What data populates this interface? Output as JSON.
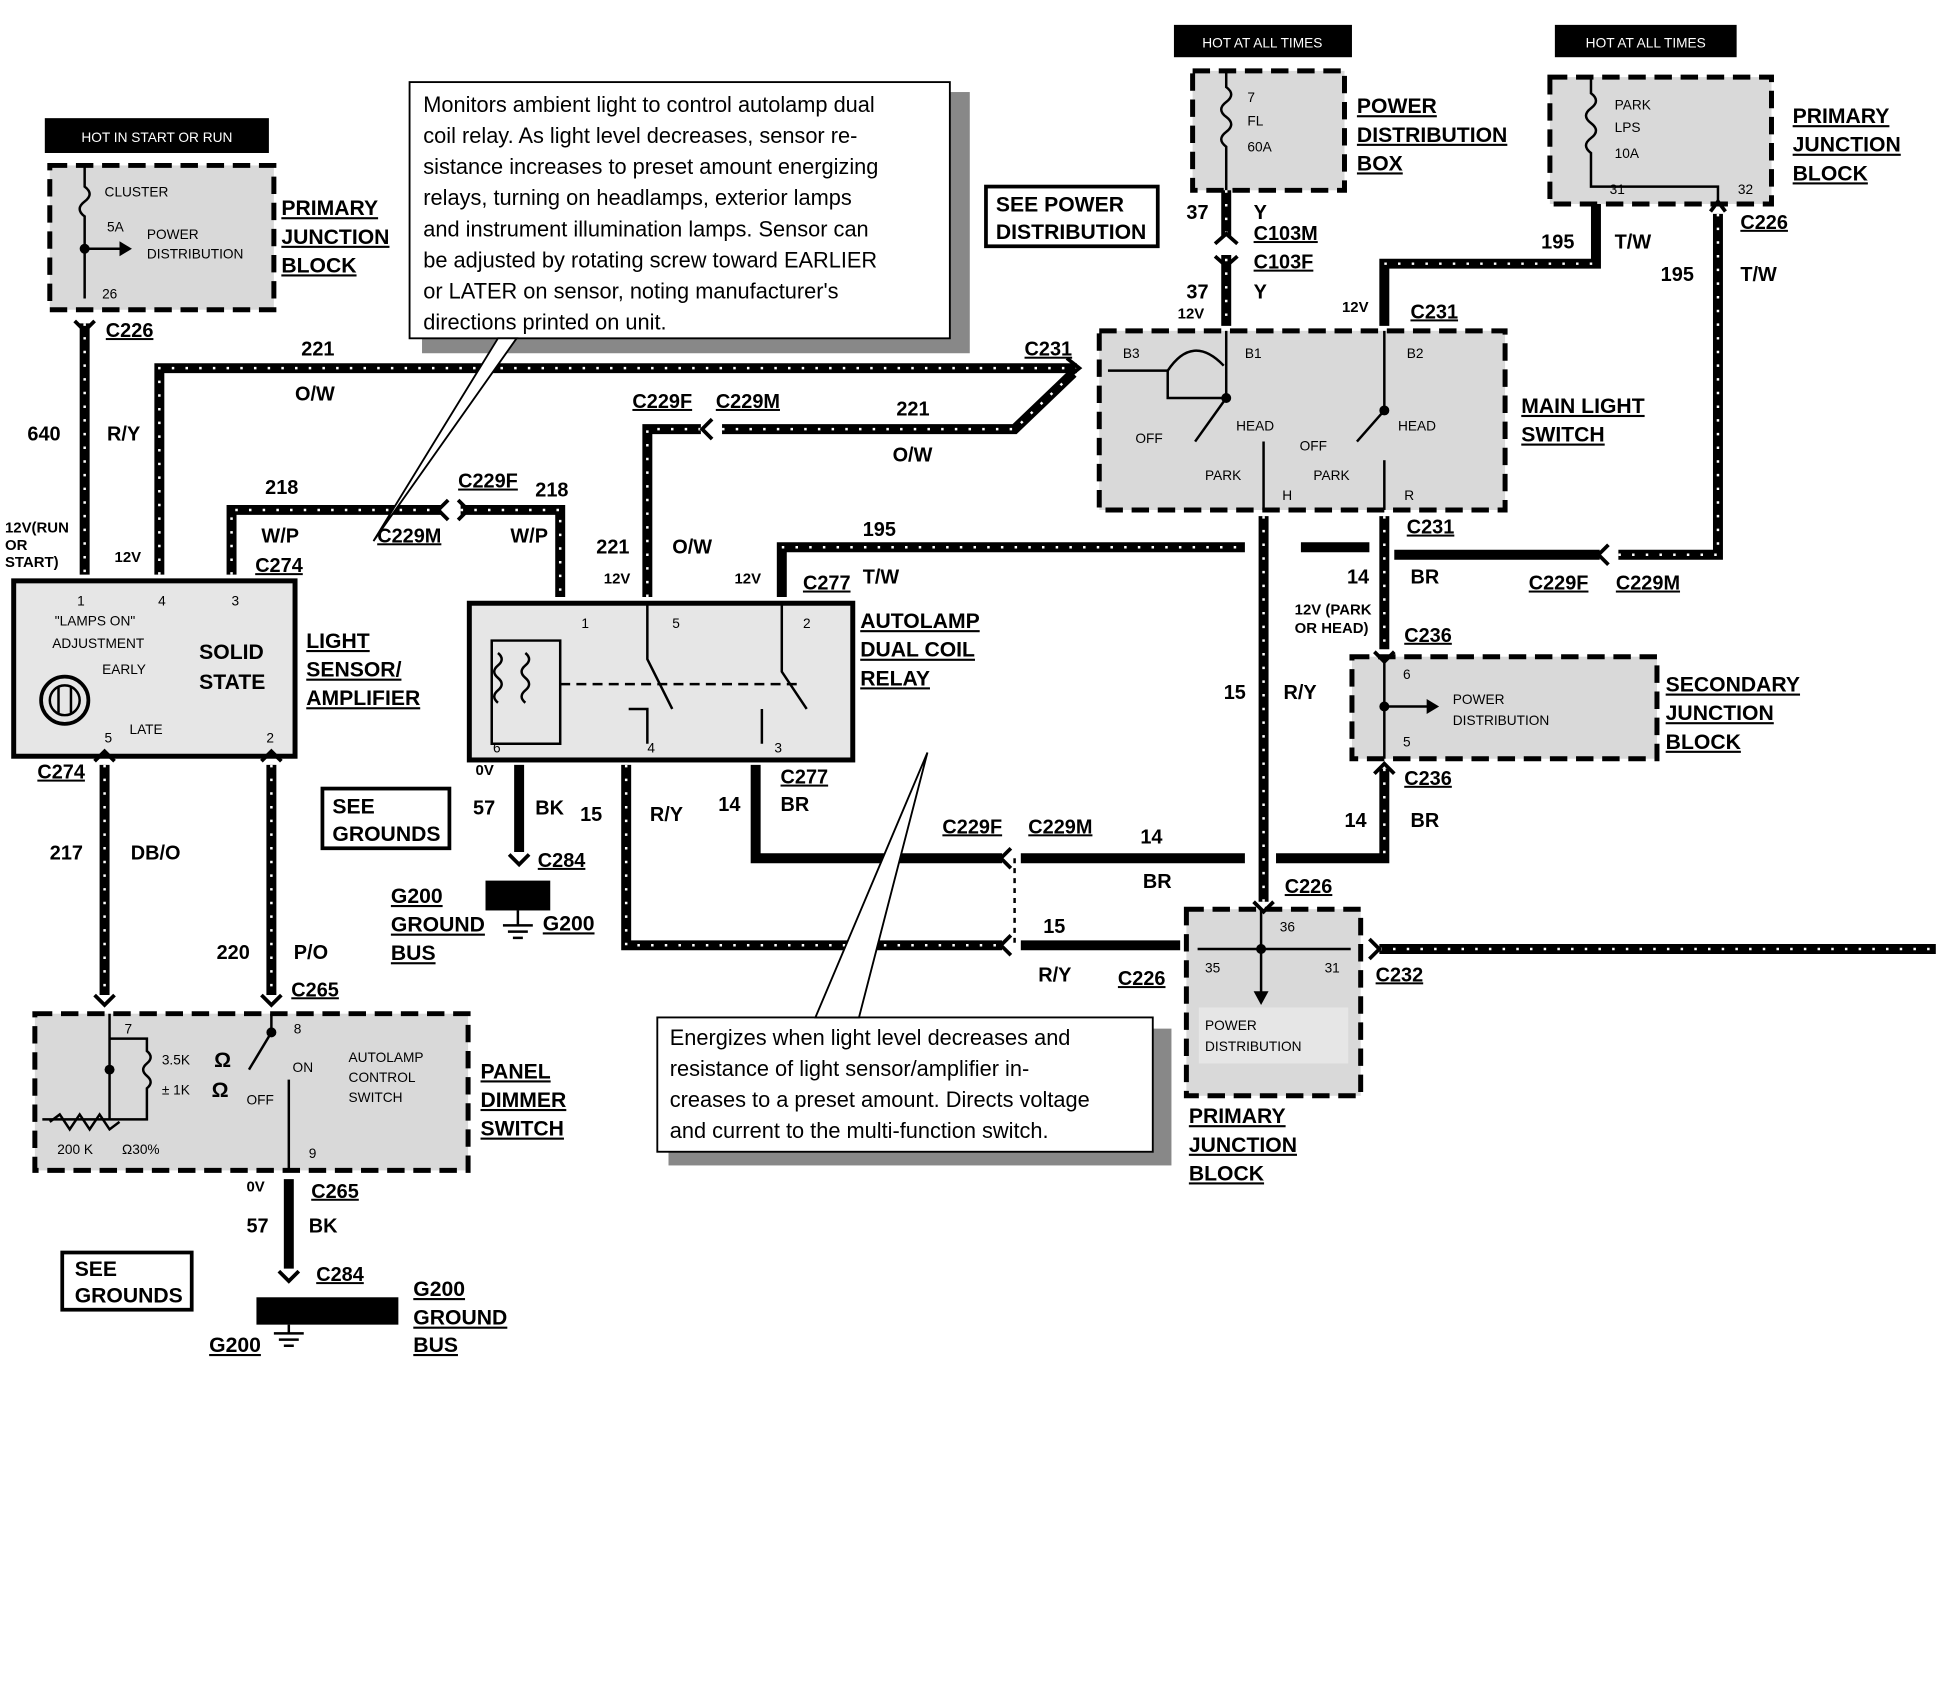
{
  "hot": {
    "start_run": "HOT IN START OR RUN",
    "all_times_1": "HOT AT ALL TIMES",
    "all_times_2": "HOT AT ALL TIMES"
  },
  "note_top": [
    "Monitors ambient light to control autolamp dual",
    "coil relay.  As light level decreases, sensor re-",
    "sistance increases to preset amount energizing",
    "relays, turning on headlamps, exterior lamps",
    "and instrument illumination lamps.  Sensor can",
    "be adjusted by rotating screw toward EARLIER",
    "or LATER on sensor, noting manufacturer's",
    "directions printed on unit."
  ],
  "note_bottom": [
    "Energizes when light level decreases and",
    "resistance of light sensor/amplifier in-",
    "creases to a preset amount. Directs voltage",
    "and current to the multi-function switch."
  ],
  "components": {
    "pjb1": [
      "PRIMARY",
      "JUNCTION",
      "BLOCK"
    ],
    "pjb1_inner": {
      "cluster": "CLUSTER",
      "fuse": "5A",
      "power": "POWER",
      "dist": "DISTRIBUTION",
      "pin": "26"
    },
    "pdb": [
      "POWER",
      "DISTRIBUTION",
      "BOX"
    ],
    "pdb_inner": {
      "pin": "7",
      "fl": "FL",
      "amp": "60A"
    },
    "pjb2": [
      "PRIMARY",
      "JUNCTION",
      "BLOCK"
    ],
    "pjb2_inner": {
      "park": "PARK",
      "lps": "LPS",
      "amp": "10A",
      "p31": "31",
      "p32": "32"
    },
    "see_power": [
      "SEE POWER",
      "DISTRIBUTION"
    ],
    "main_switch": [
      "MAIN LIGHT",
      "SWITCH"
    ],
    "main_inner": {
      "b3": "B3",
      "b1": "B1",
      "b2": "B2",
      "off1": "OFF",
      "head1": "HEAD",
      "park1": "PARK",
      "off2": "OFF",
      "head2": "HEAD",
      "park2": "PARK",
      "h": "H",
      "r": "R"
    },
    "sensor": [
      "LIGHT",
      "SENSOR/",
      "AMPLIFIER"
    ],
    "sensor_inner": {
      "p1": "1",
      "p4": "4",
      "p3": "3",
      "lamps_on": "\"LAMPS ON\"",
      "adjustment": "ADJUSTMENT",
      "early": "EARLY",
      "late": "LATE",
      "solid": "SOLID",
      "state": "STATE",
      "p5": "5",
      "p2": "2"
    },
    "relay": [
      "AUTOLAMP",
      "DUAL COIL",
      "RELAY"
    ],
    "relay_inner": {
      "p1": "1",
      "p5": "5",
      "p2": "2",
      "p6": "6",
      "p4": "4",
      "p3": "3"
    },
    "sjb": [
      "SECONDARY",
      "JUNCTION",
      "BLOCK"
    ],
    "sjb_inner": {
      "p6": "6",
      "p5": "5",
      "power": "POWER",
      "dist": "DISTRIBUTION"
    },
    "pjb3": [
      "PRIMARY",
      "JUNCTION",
      "BLOCK"
    ],
    "pjb3_inner": {
      "p36": "36",
      "p35": "35",
      "p31": "31",
      "power": "POWER",
      "dist": "DISTRIBUTION"
    },
    "dimmer": [
      "PANEL",
      "DIMMER",
      "SWITCH"
    ],
    "dimmer_inner": {
      "p7": "7",
      "p8": "8",
      "p9": "9",
      "r1": "3.5K",
      "r2": "± 1K",
      "ohm1": "Ω",
      "ohm2": "Ω",
      "on": "ON",
      "off": "OFF",
      "autolamp": "AUTOLAMP",
      "control": "CONTROL",
      "switch": "SWITCH",
      "k200": "200 K",
      "pct": "Ω30%"
    },
    "see_grounds_1": [
      "SEE",
      "GROUNDS"
    ],
    "see_grounds_2": [
      "SEE",
      "GROUNDS"
    ],
    "ground1": {
      "name": "G200",
      "bus": [
        "GROUND",
        "BUS"
      ],
      "g": "G200"
    },
    "ground2": {
      "name": "G200",
      "bus": [
        "G200",
        "GROUND",
        "BUS"
      ],
      "g": "G200"
    }
  },
  "labels": {
    "c226_a": "C226",
    "w640": "640",
    "ry_a": "R/Y",
    "v12run": [
      "12V(RUN",
      "OR",
      "START)"
    ],
    "v12_a": "12V",
    "c274_a": "C274",
    "w221_a": "221",
    "ow_a": "O/W",
    "w218_a": "218",
    "wp_a": "W/P",
    "c229f_a": "C229F",
    "w218_b": "218",
    "c229m_a": "C229M",
    "wp_b": "W/P",
    "c229f_b": "C229F",
    "c229m_b": "C229M",
    "w221_b": "221",
    "ow_b": "O/W",
    "w221_c": "221",
    "ow_c": "O/W",
    "v12_b": "12V",
    "v12_c": "12V",
    "c277_a": "C277",
    "w195_a": "195",
    "tw_a": "T/W",
    "c231_a": "C231",
    "w37_a": "37",
    "y_a": "Y",
    "c103m": "C103M",
    "c103f": "C103F",
    "w37_b": "37",
    "y_b": "Y",
    "v12_d": "12V",
    "v12_e": "12V",
    "c231_b": "C231",
    "w195_b": "195",
    "tw_b": "T/W",
    "c226_b": "C226",
    "w195_c": "195",
    "tw_c": "T/W",
    "c231_c": "C231",
    "w14_a": "14",
    "br_a": "BR",
    "c229f_c": "C229F",
    "c229m_c": "C229M",
    "v12park": [
      "12V (PARK",
      "OR HEAD)"
    ],
    "c236_a": "C236",
    "w15_a": "15",
    "ry_b": "R/Y",
    "c236_b": "C236",
    "w14_b": "14",
    "br_b": "BR",
    "c274_b": "C274",
    "w217": "217",
    "dbo": "DB/O",
    "w220": "220",
    "po": "P/O",
    "c265_a": "C265",
    "v0_a": "0V",
    "w57_a": "57",
    "bk_a": "BK",
    "c284_a": "C284",
    "w15_b": "15",
    "ry_c": "R/Y",
    "w14_c": "14",
    "c277_b": "C277",
    "br_c": "BR",
    "c229f_d": "C229F",
    "c229m_d": "C229M",
    "w14_d": "14",
    "br_d": "BR",
    "c226_c": "C226",
    "w15_c": "15",
    "ry_d": "R/Y",
    "c226_d": "C226",
    "c232": "C232",
    "v0_b": "0V",
    "c265_b": "C265",
    "w57_b": "57",
    "bk_b": "BK",
    "c284_b": "C284"
  }
}
